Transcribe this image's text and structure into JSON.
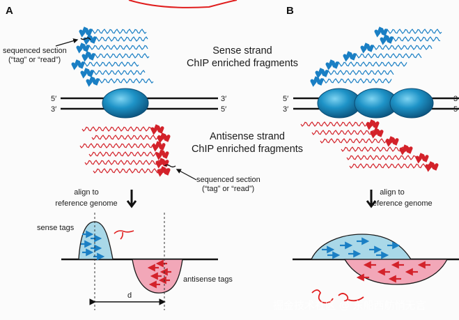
{
  "panelA": {
    "letter": "A",
    "sense_title_1": "Sense strand",
    "sense_title_2": "ChIP enriched fragments",
    "antisense_title_1": "Antisense strand",
    "antisense_title_2": "ChIP enriched fragments",
    "seq_note_top_1": "sequenced section",
    "seq_note_top_2": "(“tag” or “read”)",
    "seq_note_bottom_1": "sequenced section",
    "seq_note_bottom_2": "(“tag” or “read”)",
    "five_prime_top": "5′",
    "three_prime_top": "3′",
    "three_prime_bottom_left": "3′",
    "five_prime_bottom_right": "5′",
    "align_1": "align to",
    "align_2": "reference genome",
    "sense_tags": "sense tags",
    "antisense_tags": "antisense tags",
    "distance_label": "d"
  },
  "panelB": {
    "letter": "B",
    "five_prime_top": "5′",
    "three_prime_bottom_left": "3′",
    "three_prime_top_right": "3",
    "five_prime_bottom_right": "5",
    "align_1": "align to",
    "align_2": "reference genome"
  },
  "watermark": "掘金技术社区 @ 东船西舫悄无言",
  "colors": {
    "sense": "#1a7fc4",
    "antisense": "#d3222a",
    "nucleosome": "#1e93c7",
    "sense_peak_fill": "#a9d8e8",
    "antisense_peak_fill": "#f2a7b8",
    "annotation_red": "#e01d1d"
  }
}
